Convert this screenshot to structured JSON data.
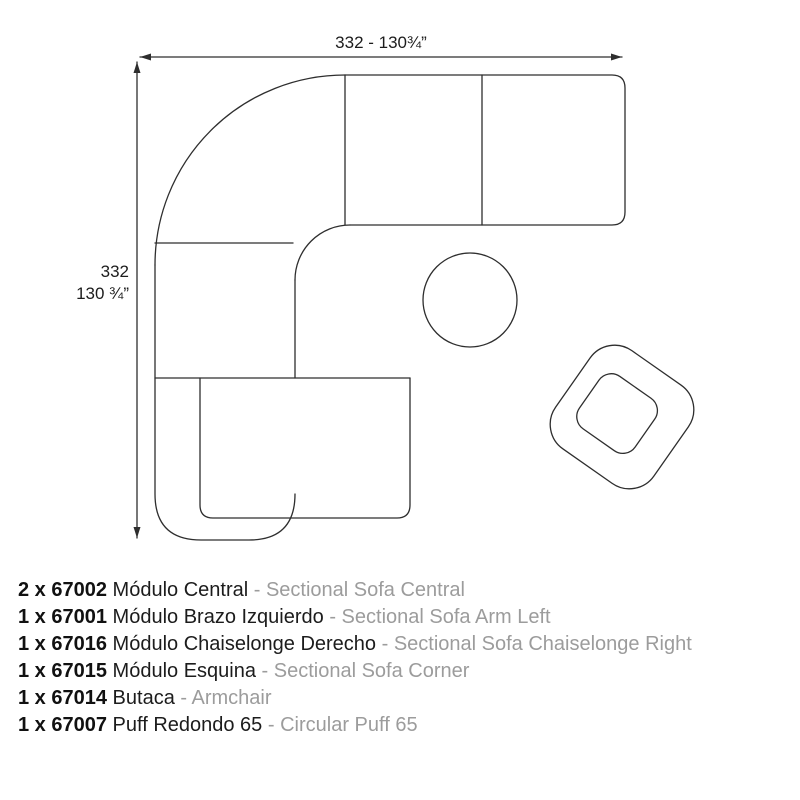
{
  "colors": {
    "stroke": "#2e2e2e",
    "text": "#1c1c1c",
    "muted": "#9c9c9c",
    "background": "#ffffff"
  },
  "dimensions": {
    "top": "332 - 130¾”",
    "left_cm": "332",
    "left_in": "130 ¾”"
  },
  "legend": [
    {
      "qty": "2 x 67002",
      "name_es": "Módulo Central",
      "name_en": "- Sectional Sofa Central"
    },
    {
      "qty": "1 x 67001",
      "name_es": "Módulo Brazo Izquierdo",
      "name_en": "- Sectional Sofa Arm Left"
    },
    {
      "qty": "1 x 67016",
      "name_es": "Módulo Chaiselonge Derecho",
      "name_en": "- Sectional Sofa Chaiselonge Right"
    },
    {
      "qty": "1 x 67015",
      "name_es": "Módulo Esquina",
      "name_en": "- Sectional Sofa Corner"
    },
    {
      "qty": "1 x 67014",
      "name_es": "Butaca",
      "name_en": "- Armchair"
    },
    {
      "qty": "1 x 67007",
      "name_es": "Puff Redondo 65",
      "name_en": "- Circular Puff 65"
    }
  ]
}
